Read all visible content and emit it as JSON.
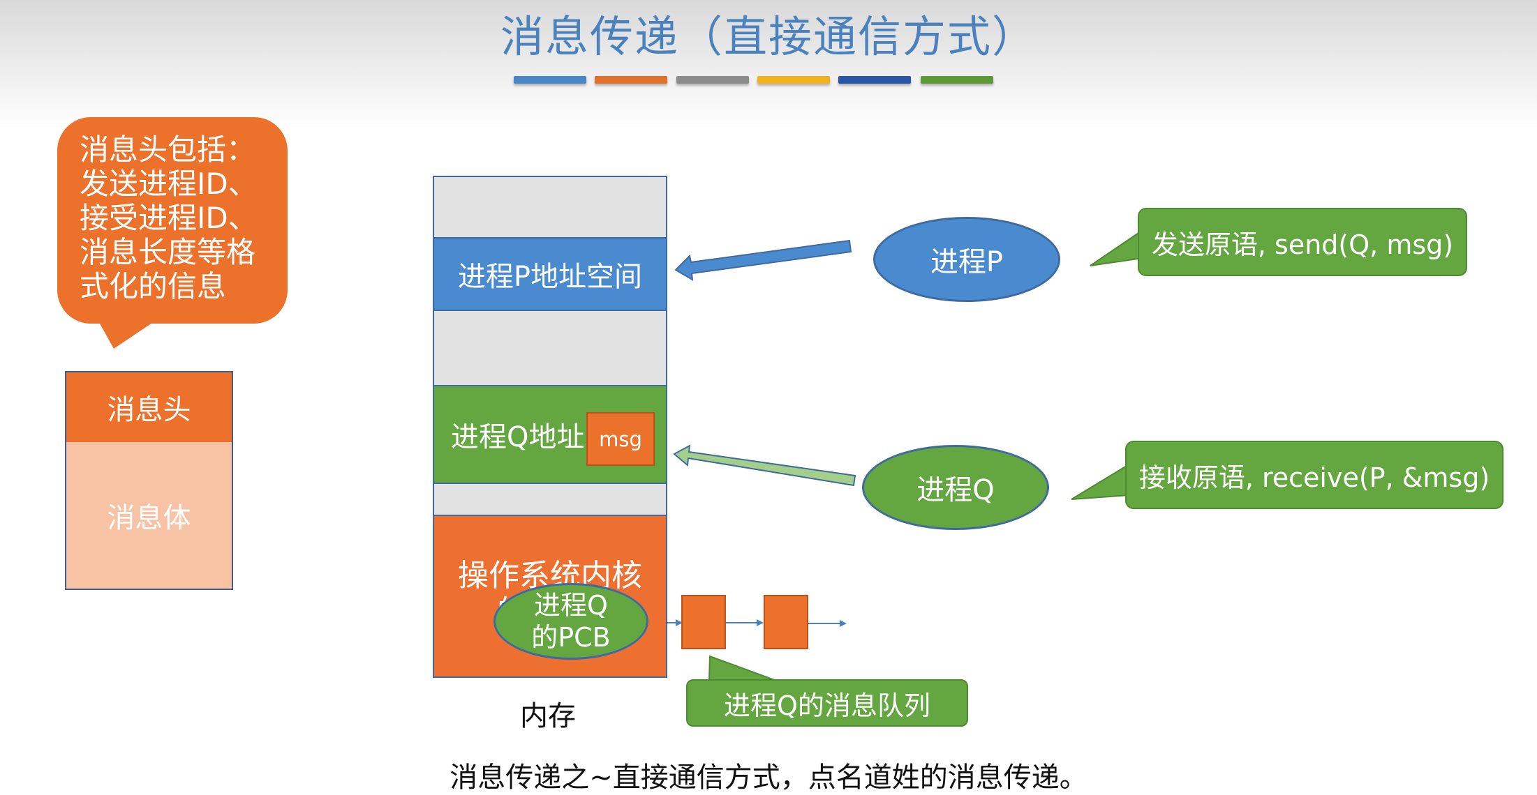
{
  "title": "消息传递（直接通信方式）",
  "title_bar_colors": [
    "#4a86c5",
    "#e0702a",
    "#8c8c8c",
    "#f0b21e",
    "#2a56a6",
    "#5c9a38"
  ],
  "header_callout": {
    "lines": [
      "消息头包括：",
      "发送进程ID、",
      "接受进程ID、",
      "消息长度等格",
      "式化的信息"
    ]
  },
  "message_structure": {
    "head": "消息头",
    "body": "消息体"
  },
  "memory": {
    "p_space": "进程P地址空间",
    "q_space": "进程Q地址",
    "msg": "msg",
    "os_kernel_lines": [
      "操作系统内核",
      "的"
    ],
    "pcb_lines": [
      "进程Q",
      "的PCB"
    ],
    "label": "内存"
  },
  "processes": {
    "p": "进程P",
    "q": "进程Q"
  },
  "primitives": {
    "send": "发送原语, send(Q, msg)",
    "receive": "接收原语, receive(P, &msg)"
  },
  "queue_label": "进程Q的消息队列",
  "caption": "消息传递之~直接通信方式，点名道姓的消息传递。",
  "colors": {
    "title": "#4a82bd",
    "orange": "#ec712b",
    "light_orange": "#f8c3a5",
    "blue": "#4a8bd0",
    "green": "#64a640",
    "light_green_arrow": "#a3cf8a",
    "memory_gray": "#e2e2e2"
  }
}
